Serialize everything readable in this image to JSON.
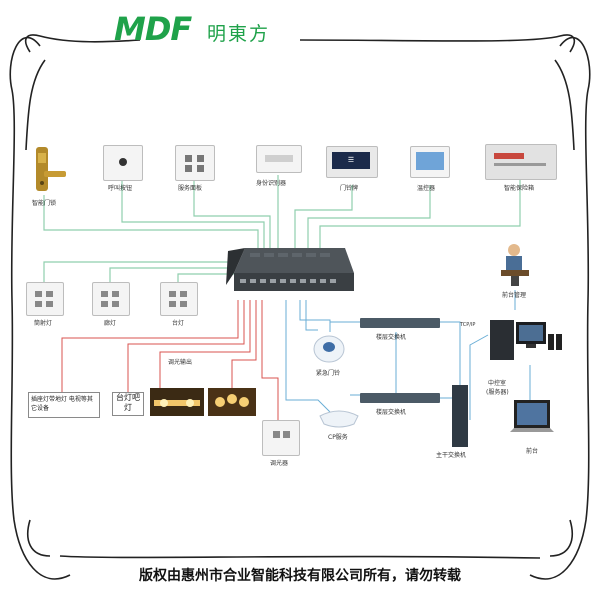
{
  "brand": {
    "logo_text": "MDF",
    "name_cn": "明東方",
    "color": "#1fa24a"
  },
  "devices_top": [
    {
      "label": "智能门锁",
      "icon": "door-lock-icon"
    },
    {
      "label": "呼叫按钮",
      "icon": "call-button-icon"
    },
    {
      "label": "服务面板",
      "icon": "service-panel-icon"
    },
    {
      "label": "身份识别器",
      "icon": "card-reader-icon"
    },
    {
      "label": "门铃牌",
      "icon": "doorbell-display-icon"
    },
    {
      "label": "温控器",
      "icon": "thermostat-icon"
    },
    {
      "label": "智能保险箱",
      "icon": "safe-icon"
    }
  ],
  "lights": [
    {
      "label": "筒射灯"
    },
    {
      "label": "廊灯"
    },
    {
      "label": "台灯"
    }
  ],
  "outlet_box": {
    "text": "插座灯带地灯 电视等其它设备"
  },
  "desk_lamp_box": {
    "text": "台灯吧灯"
  },
  "relay_label": "调光输出",
  "sensors": [
    {
      "label": "紧急门铃"
    },
    {
      "label": "CP服务"
    }
  ],
  "switch_panel_label": "调光器",
  "network": [
    {
      "label": "楼层交换机"
    },
    {
      "label": "楼层交换机"
    },
    {
      "label": "主干交换机"
    },
    {
      "label": "TCP/IP"
    },
    {
      "label": "前台管理"
    },
    {
      "label": "中控室"
    },
    {
      "label": "(服务器)"
    },
    {
      "label": "前台"
    }
  ],
  "footer": "版权由惠州市合业智能科技有限公司所有，请勿转载"
}
